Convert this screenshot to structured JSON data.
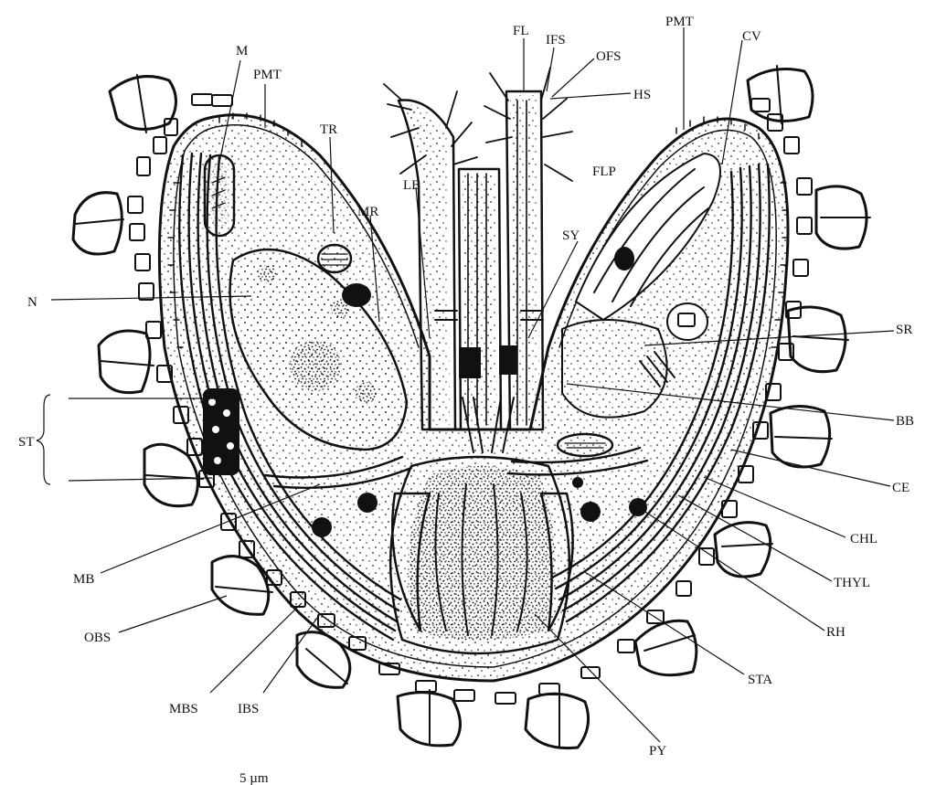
{
  "labels": {
    "M": "M",
    "PMT_left": "PMT",
    "TR": "TR",
    "LB": "LB",
    "MR": "MR",
    "FL": "FL",
    "IFS": "IFS",
    "OFS": "OFS",
    "HS": "HS",
    "FLP": "FLP",
    "PMT_right": "PMT",
    "CV": "CV",
    "SY": "SY",
    "N": "N",
    "SR": "SR",
    "BB": "BB",
    "ST": "ST",
    "CE": "CE",
    "CHL": "CHL",
    "THYL": "THYL",
    "RH": "RH",
    "MB": "MB",
    "OBS": "OBS",
    "MBS": "MBS",
    "IBS": "IBS",
    "STA": "STA",
    "PY": "PY",
    "scale": "5 µm"
  }
}
